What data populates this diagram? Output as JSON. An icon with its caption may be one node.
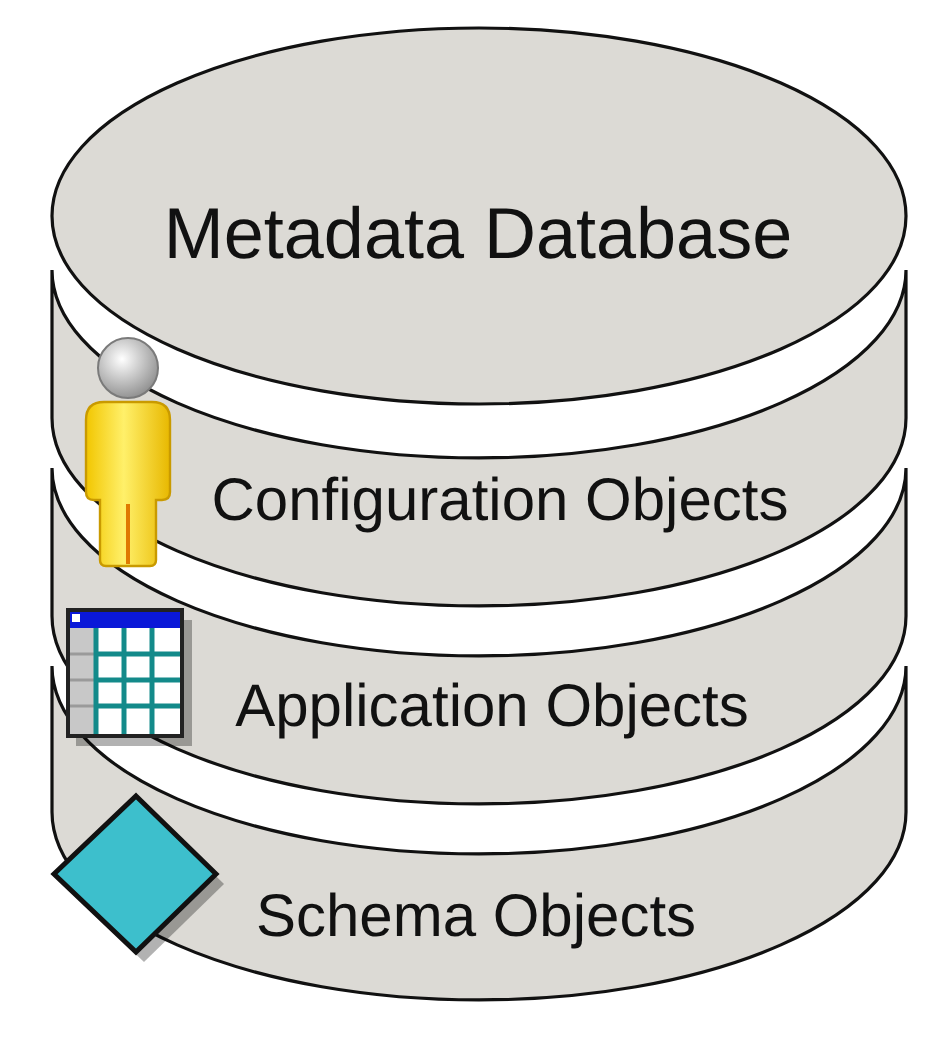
{
  "diagram": {
    "nodes": [
      {
        "text": [
          "Metadata Database"
        ]
      },
      {
        "text": [
          "Configuration Objects"
        ]
      },
      {
        "text": [
          "Application Objects"
        ]
      },
      {
        "text": [
          "Schema Objects"
        ]
      }
    ]
  }
}
